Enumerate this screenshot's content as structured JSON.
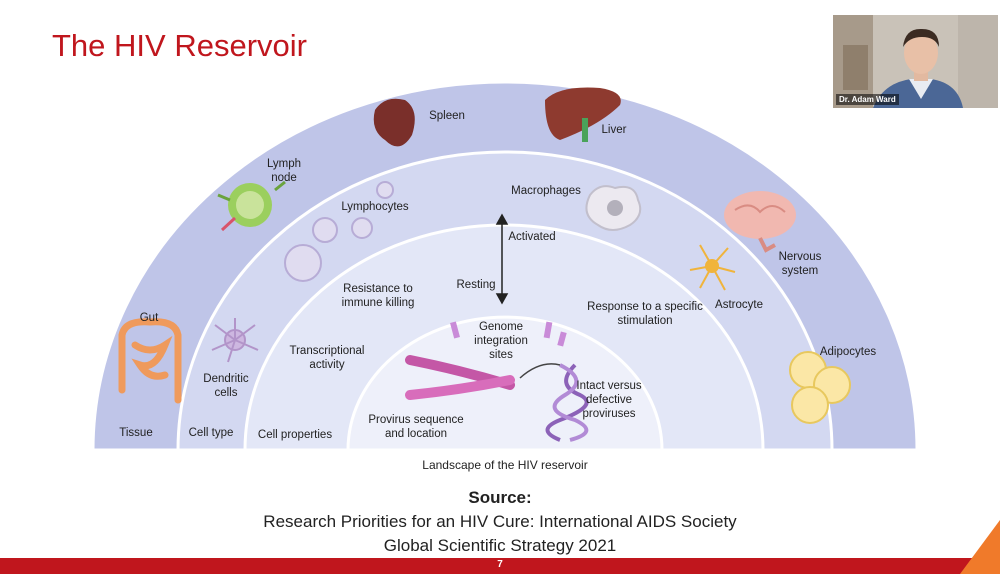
{
  "slide": {
    "title": "The HIV Reservoir",
    "page_number": "7"
  },
  "webcam": {
    "name_label": "Dr. Adam Ward"
  },
  "diagram": {
    "tissues": {
      "spleen": "Spleen",
      "liver": "Liver",
      "lymph_node": "Lymph node",
      "gut": "Gut",
      "nervous_system": "Nervous system",
      "adipocytes": "Adipocytes"
    },
    "cell_types": {
      "lymphocytes": "Lymphocytes",
      "macrophages": "Macrophages",
      "astrocyte": "Astrocyte",
      "dendritic_cells": "Dendritic cells"
    },
    "cell_properties": {
      "activated": "Activated",
      "resting": "Resting",
      "resistance": "Resistance to immune killing",
      "response": "Response to a specific stimulation",
      "transcriptional": "Transcriptional activity"
    },
    "provirus": {
      "genome_sites": "Genome integration sites",
      "sequence_location": "Provirus sequence and location",
      "intact_defective": "Intact versus defective proviruses"
    },
    "ring_labels": {
      "tissue": "Tissue",
      "cell_type": "Cell type",
      "cell_properties": "Cell properties"
    },
    "caption": "Landscape of the HIV reservoir"
  },
  "source": {
    "heading": "Source:",
    "line1": "Research Priorities for an HIV Cure: International AIDS Society",
    "line2": "Global Scientific Strategy 2021"
  },
  "colors": {
    "brand_red": "#c0161d",
    "ring_outer": "#bfc5e8",
    "ring_middle": "#d3d8f1",
    "ring_inner": "#e3e7f7",
    "core": "#eef0fa"
  }
}
